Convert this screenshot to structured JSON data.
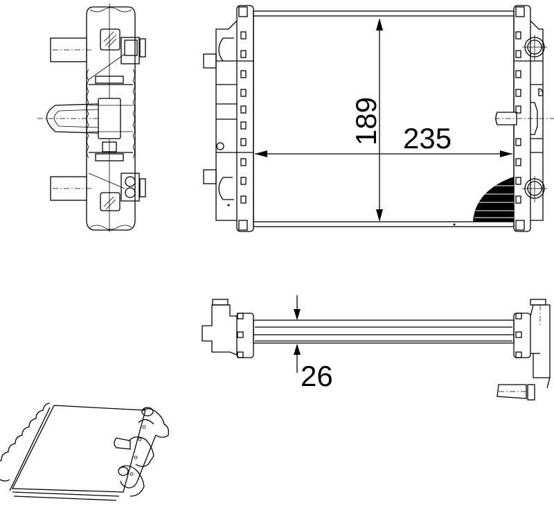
{
  "drawing": {
    "subject": "radiator",
    "views": {
      "side_view": {
        "label": "side-view"
      },
      "front_view": {
        "label": "front-view"
      },
      "top_view": {
        "label": "top-view"
      },
      "isometric_view": {
        "label": "isometric-view"
      }
    },
    "dimensions": {
      "height": "189",
      "width": "235",
      "depth": "26"
    },
    "colors": {
      "line": "#000000",
      "background": "#ffffff"
    }
  }
}
